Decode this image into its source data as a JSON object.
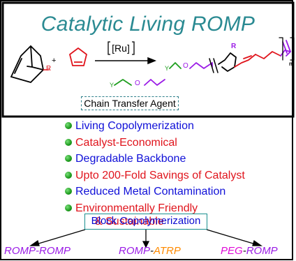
{
  "title": "Catalytic Living ROMP",
  "reaction": {
    "plus": "+",
    "catalyst": "[Ru]",
    "r_label": "R",
    "y_label": "Y",
    "o_label": "O",
    "n_label": "n",
    "cta_label": "Chain Transfer Agent"
  },
  "features": [
    {
      "text": "Living Copolymerization",
      "color": "#1010d8"
    },
    {
      "text": "Catalyst-Economical",
      "color": "#e0141c"
    },
    {
      "text": "Degradable Backbone",
      "color": "#1010d8"
    },
    {
      "text": "Upto 200-Fold Savings of Catalyst",
      "color": "#e0141c"
    },
    {
      "text": "Reduced Metal Contamination",
      "color": "#1010d8"
    },
    {
      "text": "Environmentally Friendly",
      "text2": "& Sustainable",
      "color": "#e0141c"
    }
  ],
  "block": {
    "label": "Block Copolymerization",
    "products": [
      {
        "part1": "ROMP-ROMP",
        "part2": "",
        "part3": ""
      },
      {
        "part1": "ROMP",
        "part2": "-",
        "part3": "ATRP"
      },
      {
        "part1": "PEG",
        "part2": "-",
        "part3": "ROMP"
      }
    ]
  },
  "colors": {
    "title": "#2a8a92",
    "frame": "#000000",
    "green": "#1e9e1e",
    "purple": "#9a1ae6",
    "orange": "#ff8a00",
    "magenta": "#e00ad8",
    "blue": "#1010d8",
    "red": "#e0141c"
  }
}
